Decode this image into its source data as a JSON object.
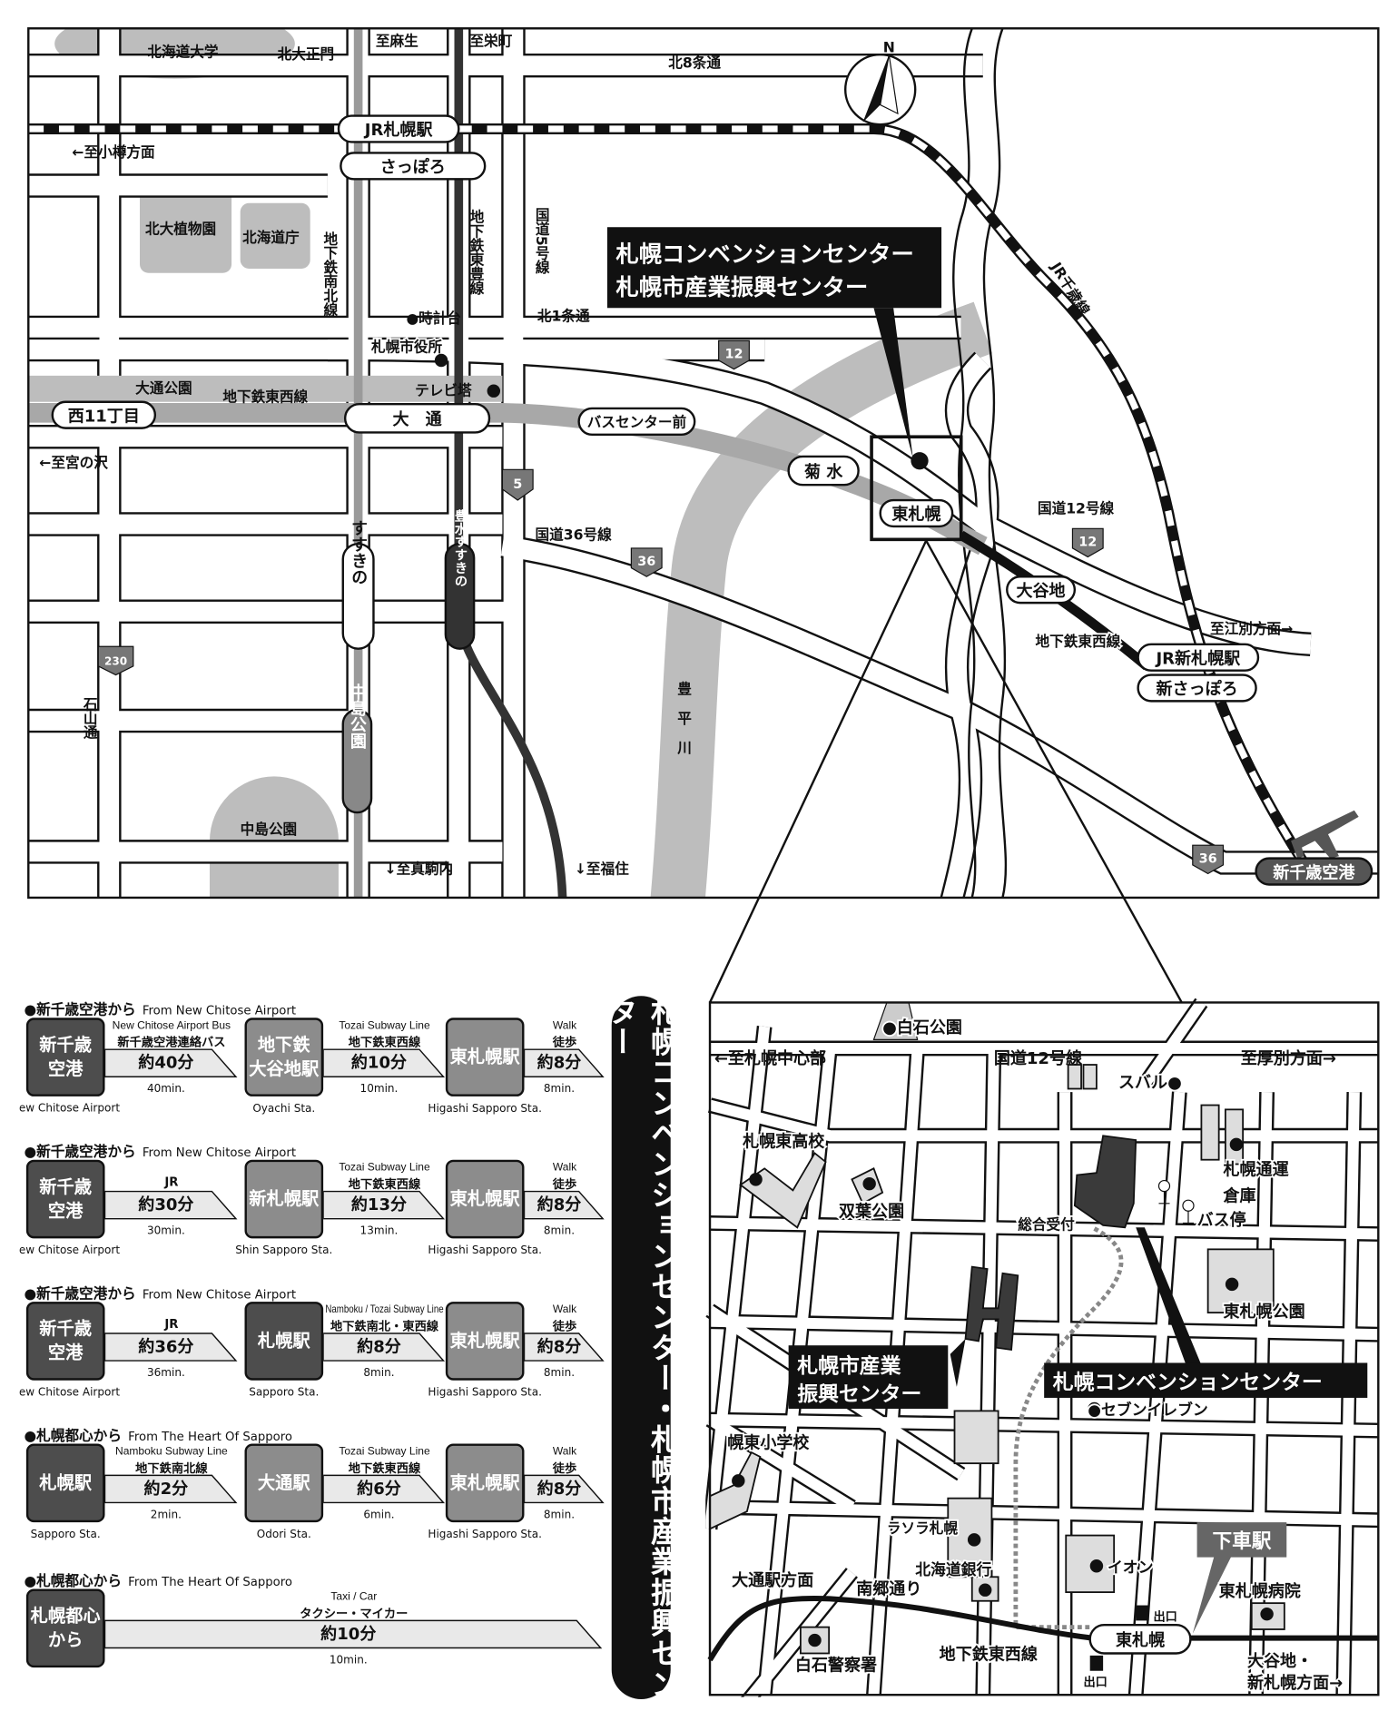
{
  "top_map": {
    "places": {
      "hokudai": "北海道大学",
      "hokudai_gate": "北大正門",
      "to_asabu": "至麻生",
      "to_sakaemachi": "至栄町",
      "kita8": "北8条通",
      "compass_n": "N",
      "to_otaru": "←至小樽方面",
      "botanical": "北大植物園",
      "dochou": "北海道庁",
      "namboku_line": "地下鉄南北線",
      "toho_line": "地下鉄東豊線",
      "route5": "国道5号線",
      "clock_tower": "●時計台",
      "kita1": "北1条通",
      "city_hall": "札幌市役所",
      "tv_tower": "テレビ塔",
      "odori_park": "大通公園",
      "tozai_line": "地下鉄東西線",
      "to_miyanosawa": "←至宮の沢",
      "route12": "国道12号線",
      "route36": "国道36号線",
      "to_ebetsu": "至江別方面→",
      "tozai_line2": "地下鉄東西線",
      "toyohira": "豊平川",
      "ishiyama": "石山通",
      "nakajima_park": "中島公園",
      "to_makomanai": "↓至真駒内",
      "to_fukuzumi": "↓至福住",
      "jr_chitose": "JR千歳線"
    },
    "stations": {
      "jr_sapporo": "JR札幌駅",
      "sapporo": "さっぽろ",
      "nishi11": "西11丁目",
      "odori": "大　通",
      "bus_center": "バスセンター前",
      "kikusui": "菊 水",
      "higashi_sapporo": "東札幌",
      "susukino": "すすきの",
      "hosui_susukino": "豊水すすきの",
      "nakajima_koen": "中島公園",
      "oyachi": "大谷地",
      "jr_shin_sapporo": "JR新札幌駅",
      "shin_sapporo": "新さっぽろ",
      "new_chitose": "新千歳空港"
    },
    "shields": {
      "r12a": "12",
      "r5": "5",
      "r36a": "36",
      "r12b": "12",
      "r230": "230",
      "r36b": "36"
    },
    "callout": {
      "line1": "札幌コンベンションセンター",
      "line2": "札幌市産業振興センター"
    }
  },
  "banner_title": "札幌コンベンションセンター・札幌市産業振興センター",
  "routes": [
    {
      "header_jp": "●新千歳空港から",
      "header_en": "From New Chitose Airport",
      "boxes": [
        {
          "label": "新千歳\n空港",
          "tone": "dark",
          "caption": "New Chitose Airport"
        },
        {
          "label": "地下鉄\n大谷地駅",
          "tone": "mid",
          "caption": "Oyachi Sta."
        },
        {
          "label": "東札幌駅",
          "tone": "mid",
          "caption": "Higashi Sapporo Sta."
        }
      ],
      "segments": [
        {
          "en": "New Chitose Airport Bus",
          "jp": "新千歳空港連絡バス",
          "time": "約40分",
          "min": "40min."
        },
        {
          "en": "Tozai Subway Line",
          "jp": "地下鉄東西線",
          "time": "約10分",
          "min": "10min."
        },
        {
          "en": "Walk",
          "jp": "徒歩",
          "time": "約8分",
          "min": "8min."
        }
      ]
    },
    {
      "header_jp": "●新千歳空港から",
      "header_en": "From New Chitose Airport",
      "boxes": [
        {
          "label": "新千歳\n空港",
          "tone": "dark",
          "caption": "New Chitose Airport"
        },
        {
          "label": "新札幌駅",
          "tone": "mid",
          "caption": "Shin Sapporo Sta."
        },
        {
          "label": "東札幌駅",
          "tone": "mid",
          "caption": "Higashi Sapporo Sta."
        }
      ],
      "segments": [
        {
          "en": "",
          "jp": "JR",
          "time": "約30分",
          "min": "30min."
        },
        {
          "en": "Tozai Subway Line",
          "jp": "地下鉄東西線",
          "time": "約13分",
          "min": "13min."
        },
        {
          "en": "Walk",
          "jp": "徒歩",
          "time": "約8分",
          "min": "8min."
        }
      ]
    },
    {
      "header_jp": "●新千歳空港から",
      "header_en": "From New Chitose Airport",
      "boxes": [
        {
          "label": "新千歳\n空港",
          "tone": "dark",
          "caption": "New Chitose Airport"
        },
        {
          "label": "札幌駅",
          "tone": "dark",
          "caption": "Sapporo Sta."
        },
        {
          "label": "東札幌駅",
          "tone": "mid",
          "caption": "Higashi Sapporo Sta."
        }
      ],
      "segments": [
        {
          "en": "",
          "jp": "JR",
          "time": "約36分",
          "min": "36min."
        },
        {
          "en": "Namboku / Tozai Subway Line",
          "jp": "地下鉄南北・東西線",
          "time": "約8分",
          "min": "8min."
        },
        {
          "en": "Walk",
          "jp": "徒歩",
          "time": "約8分",
          "min": "8min."
        }
      ]
    },
    {
      "header_jp": "●札幌都心から",
      "header_en": "From The Heart Of Sapporo",
      "boxes": [
        {
          "label": "札幌駅",
          "tone": "dark",
          "caption": "Sapporo Sta."
        },
        {
          "label": "大通駅",
          "tone": "mid",
          "caption": "Odori Sta."
        },
        {
          "label": "東札幌駅",
          "tone": "mid",
          "caption": "Higashi Sapporo Sta."
        }
      ],
      "segments": [
        {
          "en": "Namboku Subway Line",
          "jp": "地下鉄南北線",
          "time": "約2分",
          "min": "2min."
        },
        {
          "en": "Tozai Subway Line",
          "jp": "地下鉄東西線",
          "time": "約6分",
          "min": "6min."
        },
        {
          "en": "Walk",
          "jp": "徒歩",
          "time": "約8分",
          "min": "8min."
        }
      ]
    },
    {
      "header_jp": "●札幌都心から",
      "header_en": "From The Heart Of Sapporo",
      "boxes": [
        {
          "label": "札幌都心\nから",
          "tone": "dark",
          "caption": ""
        }
      ],
      "segments": [
        {
          "en": "Taxi / Car",
          "jp": "タクシー・マイカー",
          "time": "約10分",
          "min": "10min."
        }
      ]
    }
  ],
  "detail_map": {
    "shiroishi_park": "●白石公園",
    "to_center": "←至札幌中心部",
    "route12": "国道12号線",
    "to_atsubetsu": "至厚別方面→",
    "subaru": "スバル●",
    "east_high": "札幌東高校",
    "tsuun_1": "札幌通運",
    "tsuun_2": "倉庫",
    "futaba": "双葉公園",
    "reception": "総合受付",
    "bus_stop": "バス停",
    "higashi_park": "東札幌公園",
    "industry_1": "札幌市産業",
    "industry_2": "振興センター",
    "convention": "札幌コンベンションセンター",
    "seven": "●セブンイレブン",
    "elementary": "幌東小学校",
    "lasora": "ラソラ札幌",
    "get_off": "下車駅",
    "hokkaido_bank": "北海道銀行",
    "aeon": "イオン",
    "to_odori": "大通駅方面",
    "nango": "南郷通り",
    "hospital": "東札幌病院",
    "exit1": "出口",
    "exit2": "出口",
    "station": "東札幌",
    "tozai": "地下鉄東西線",
    "police": "白石警察署",
    "to_oyachi_1": "大谷地・",
    "to_oyachi_2": "新札幌方面→"
  }
}
